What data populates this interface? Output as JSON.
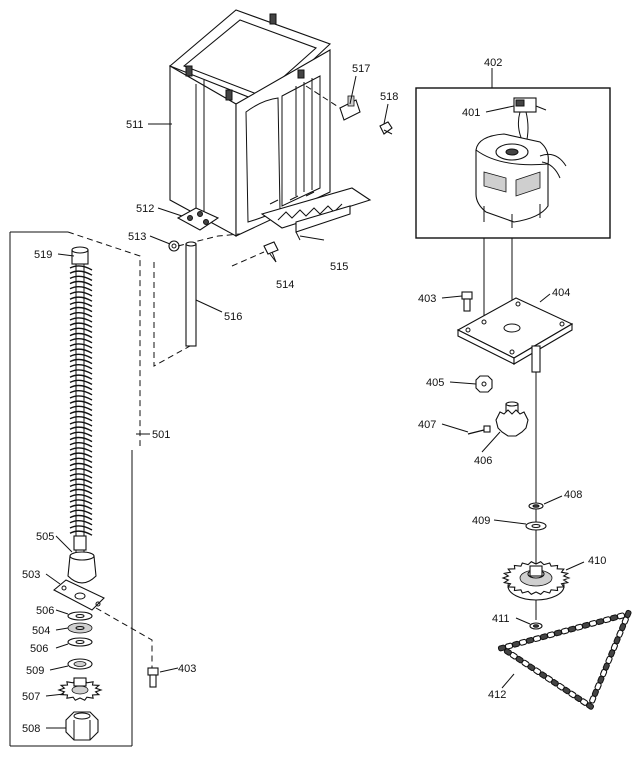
{
  "diagram": {
    "labels": {
      "l511": "511",
      "l512": "512",
      "l513": "513",
      "l514": "514",
      "l515": "515",
      "l516": "516",
      "l517": "517",
      "l518": "518",
      "l519": "519",
      "l501": "501",
      "l505": "505",
      "l503": "503",
      "l506a": "506",
      "l504": "504",
      "l506b": "506",
      "l509": "509",
      "l507": "507",
      "l508": "508",
      "l403a": "403",
      "l402": "402",
      "l401": "401",
      "l403b": "403",
      "l404": "404",
      "l405": "405",
      "l407": "407",
      "l406": "406",
      "l408": "408",
      "l409": "409",
      "l410": "410",
      "l411": "411",
      "l412": "412"
    }
  }
}
